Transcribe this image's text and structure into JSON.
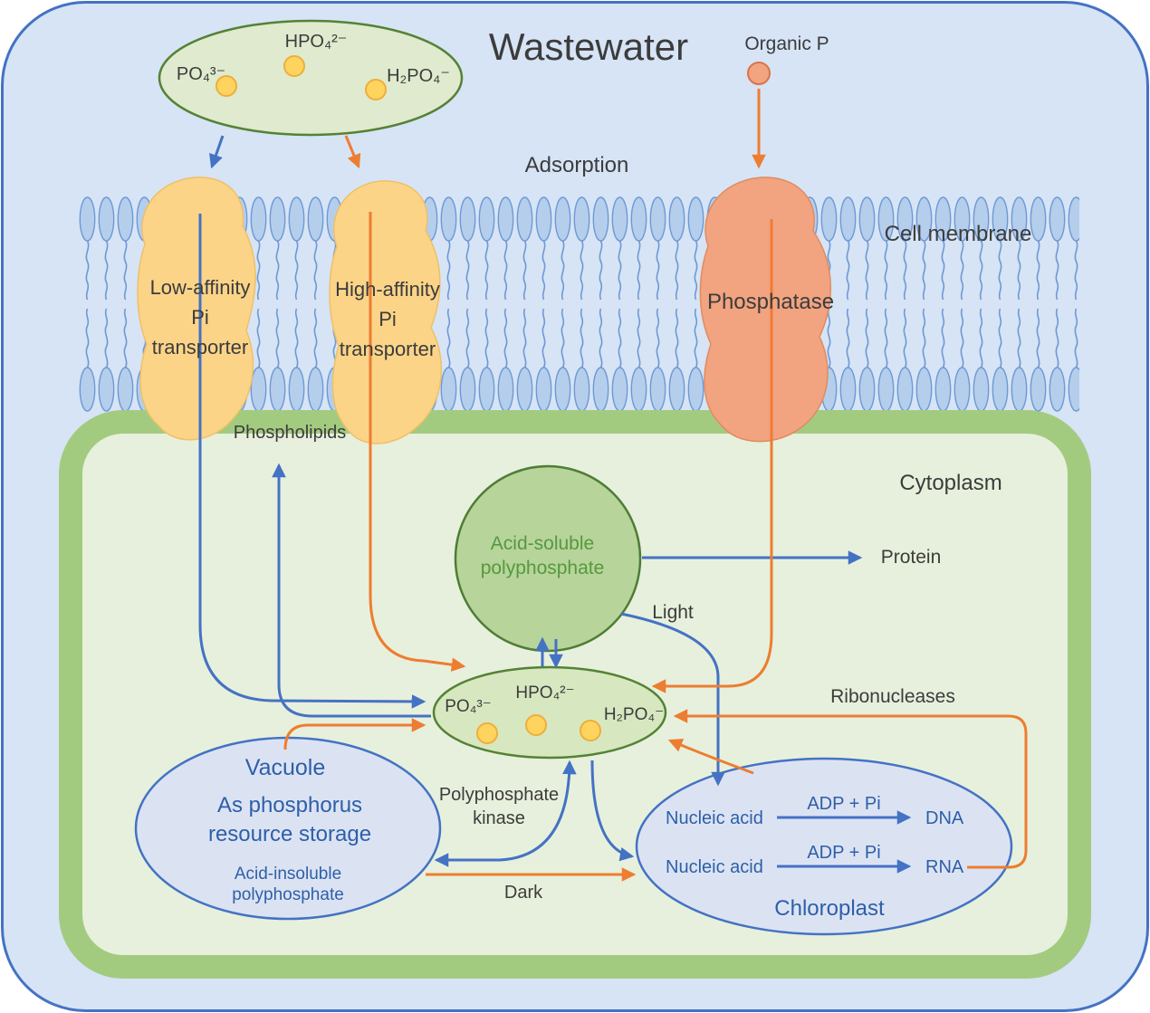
{
  "title": "Wastewater",
  "labels": {
    "organic_p": "Organic P",
    "adsorption": "Adsorption",
    "cell_membrane": "Cell membrane",
    "phospholipids": "Phospholipids",
    "phosphatase": "Phosphatase",
    "cytoplasm": "Cytoplasm",
    "protein": "Protein",
    "light": "Light",
    "dark": "Dark",
    "ribonucleases": "Ribonucleases"
  },
  "transporters": {
    "low": [
      "Low-affinity",
      "Pi",
      "transporter"
    ],
    "high": [
      "High-affinity",
      "Pi",
      "transporter"
    ]
  },
  "ions": {
    "po4": "PO₄³⁻",
    "hpo4": "HPO₄²⁻",
    "h2po4": "H₂PO₄⁻"
  },
  "acid_soluble": [
    "Acid-soluble",
    "polyphosphate"
  ],
  "polyphosphate_kinase": [
    "Polyphosphate",
    "kinase"
  ],
  "vacuole": {
    "title": "Vacuole",
    "line1": "As phosphorus",
    "line2": "resource storage",
    "note1": "Acid-insoluble",
    "note2": "polyphosphate"
  },
  "chloroplast": {
    "title": "Chloroplast",
    "rows": [
      {
        "substrate": "Nucleic acid",
        "via": "ADP + Pi",
        "product": "DNA"
      },
      {
        "substrate": "Nucleic acid",
        "via": "ADP + Pi",
        "product": "RNA"
      }
    ]
  },
  "colors": {
    "blue_arrow": "#4472C4",
    "orange_arrow": "#ED7D31",
    "background": "#D6E4F5",
    "cell_fill": "#E7F0DC",
    "cell_border": "#A3CB80",
    "membrane": "#6E99D5",
    "transporter_fill": "#FBD488",
    "phosphatase_fill": "#F2A380",
    "ion_dot": "#FFD45E",
    "green_text": "#55993E",
    "blue_text": "#2E5FA8"
  }
}
